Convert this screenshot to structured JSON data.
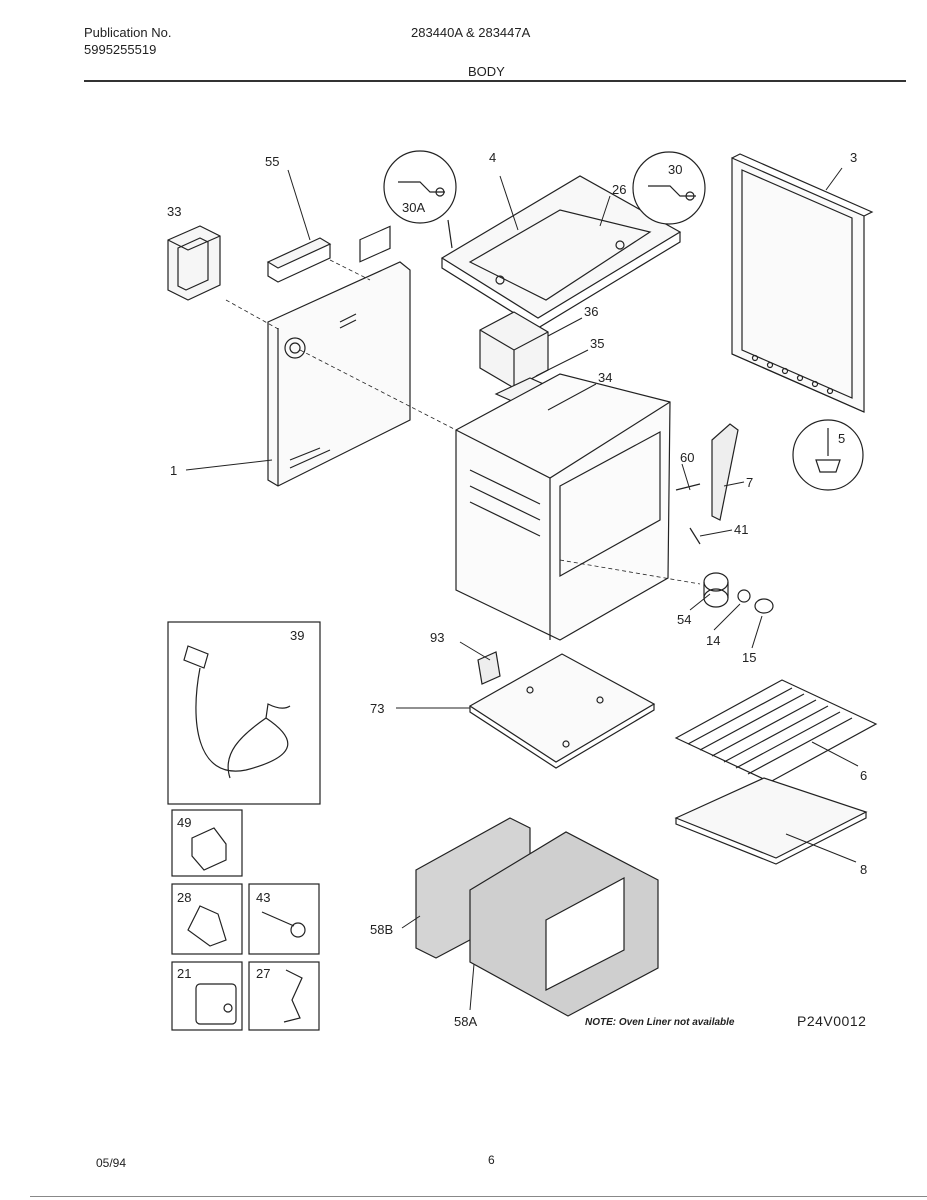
{
  "header": {
    "publication_label": "Publication No.",
    "publication_number": "5995255519",
    "models": "283440A & 283447A",
    "section": "BODY"
  },
  "diagram": {
    "part_callouts": [
      "55",
      "33",
      "4",
      "30A",
      "30",
      "26",
      "3",
      "36",
      "35",
      "34",
      "1",
      "5",
      "60",
      "7",
      "41",
      "54",
      "14",
      "15",
      "39",
      "93",
      "73",
      "6",
      "8",
      "49",
      "28",
      "43",
      "21",
      "27",
      "58B",
      "58A"
    ],
    "note": "NOTE: Oven Liner not available",
    "figure_id": "P24V0012"
  },
  "footer": {
    "date": "05/94",
    "page": "6"
  }
}
